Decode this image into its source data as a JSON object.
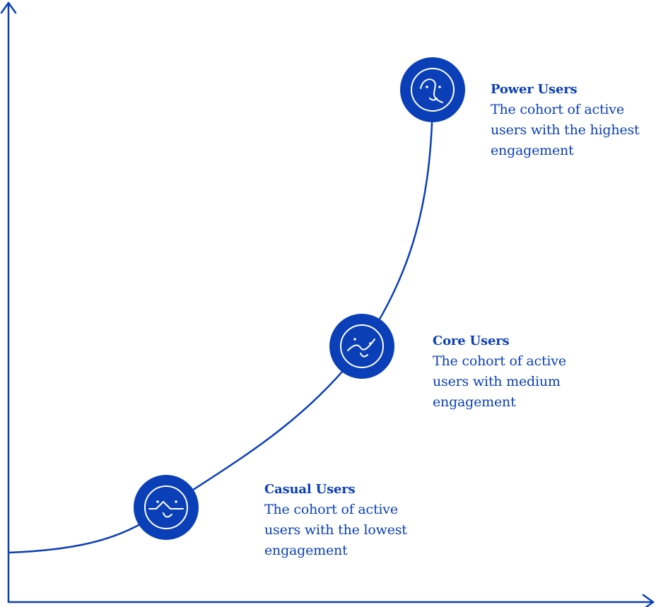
{
  "colors": {
    "accent": "#0a3fb8",
    "node_fill": "#0a3fb8",
    "node_stroke": "#ffffff",
    "background": "#ffffff"
  },
  "nodes": [
    {
      "id": "power",
      "title": "Power Users",
      "description": "The cohort of active\nusers with the highest\nengagement",
      "icon": "face-profile-icon"
    },
    {
      "id": "core",
      "title": "Core Users",
      "description": "The cohort of active\nusers with medium\nengagement",
      "icon": "face-wave-icon"
    },
    {
      "id": "casual",
      "title": "Casual Users",
      "description": "The cohort of active\nusers with the lowest\nengagement",
      "icon": "face-zigzag-icon"
    }
  ]
}
